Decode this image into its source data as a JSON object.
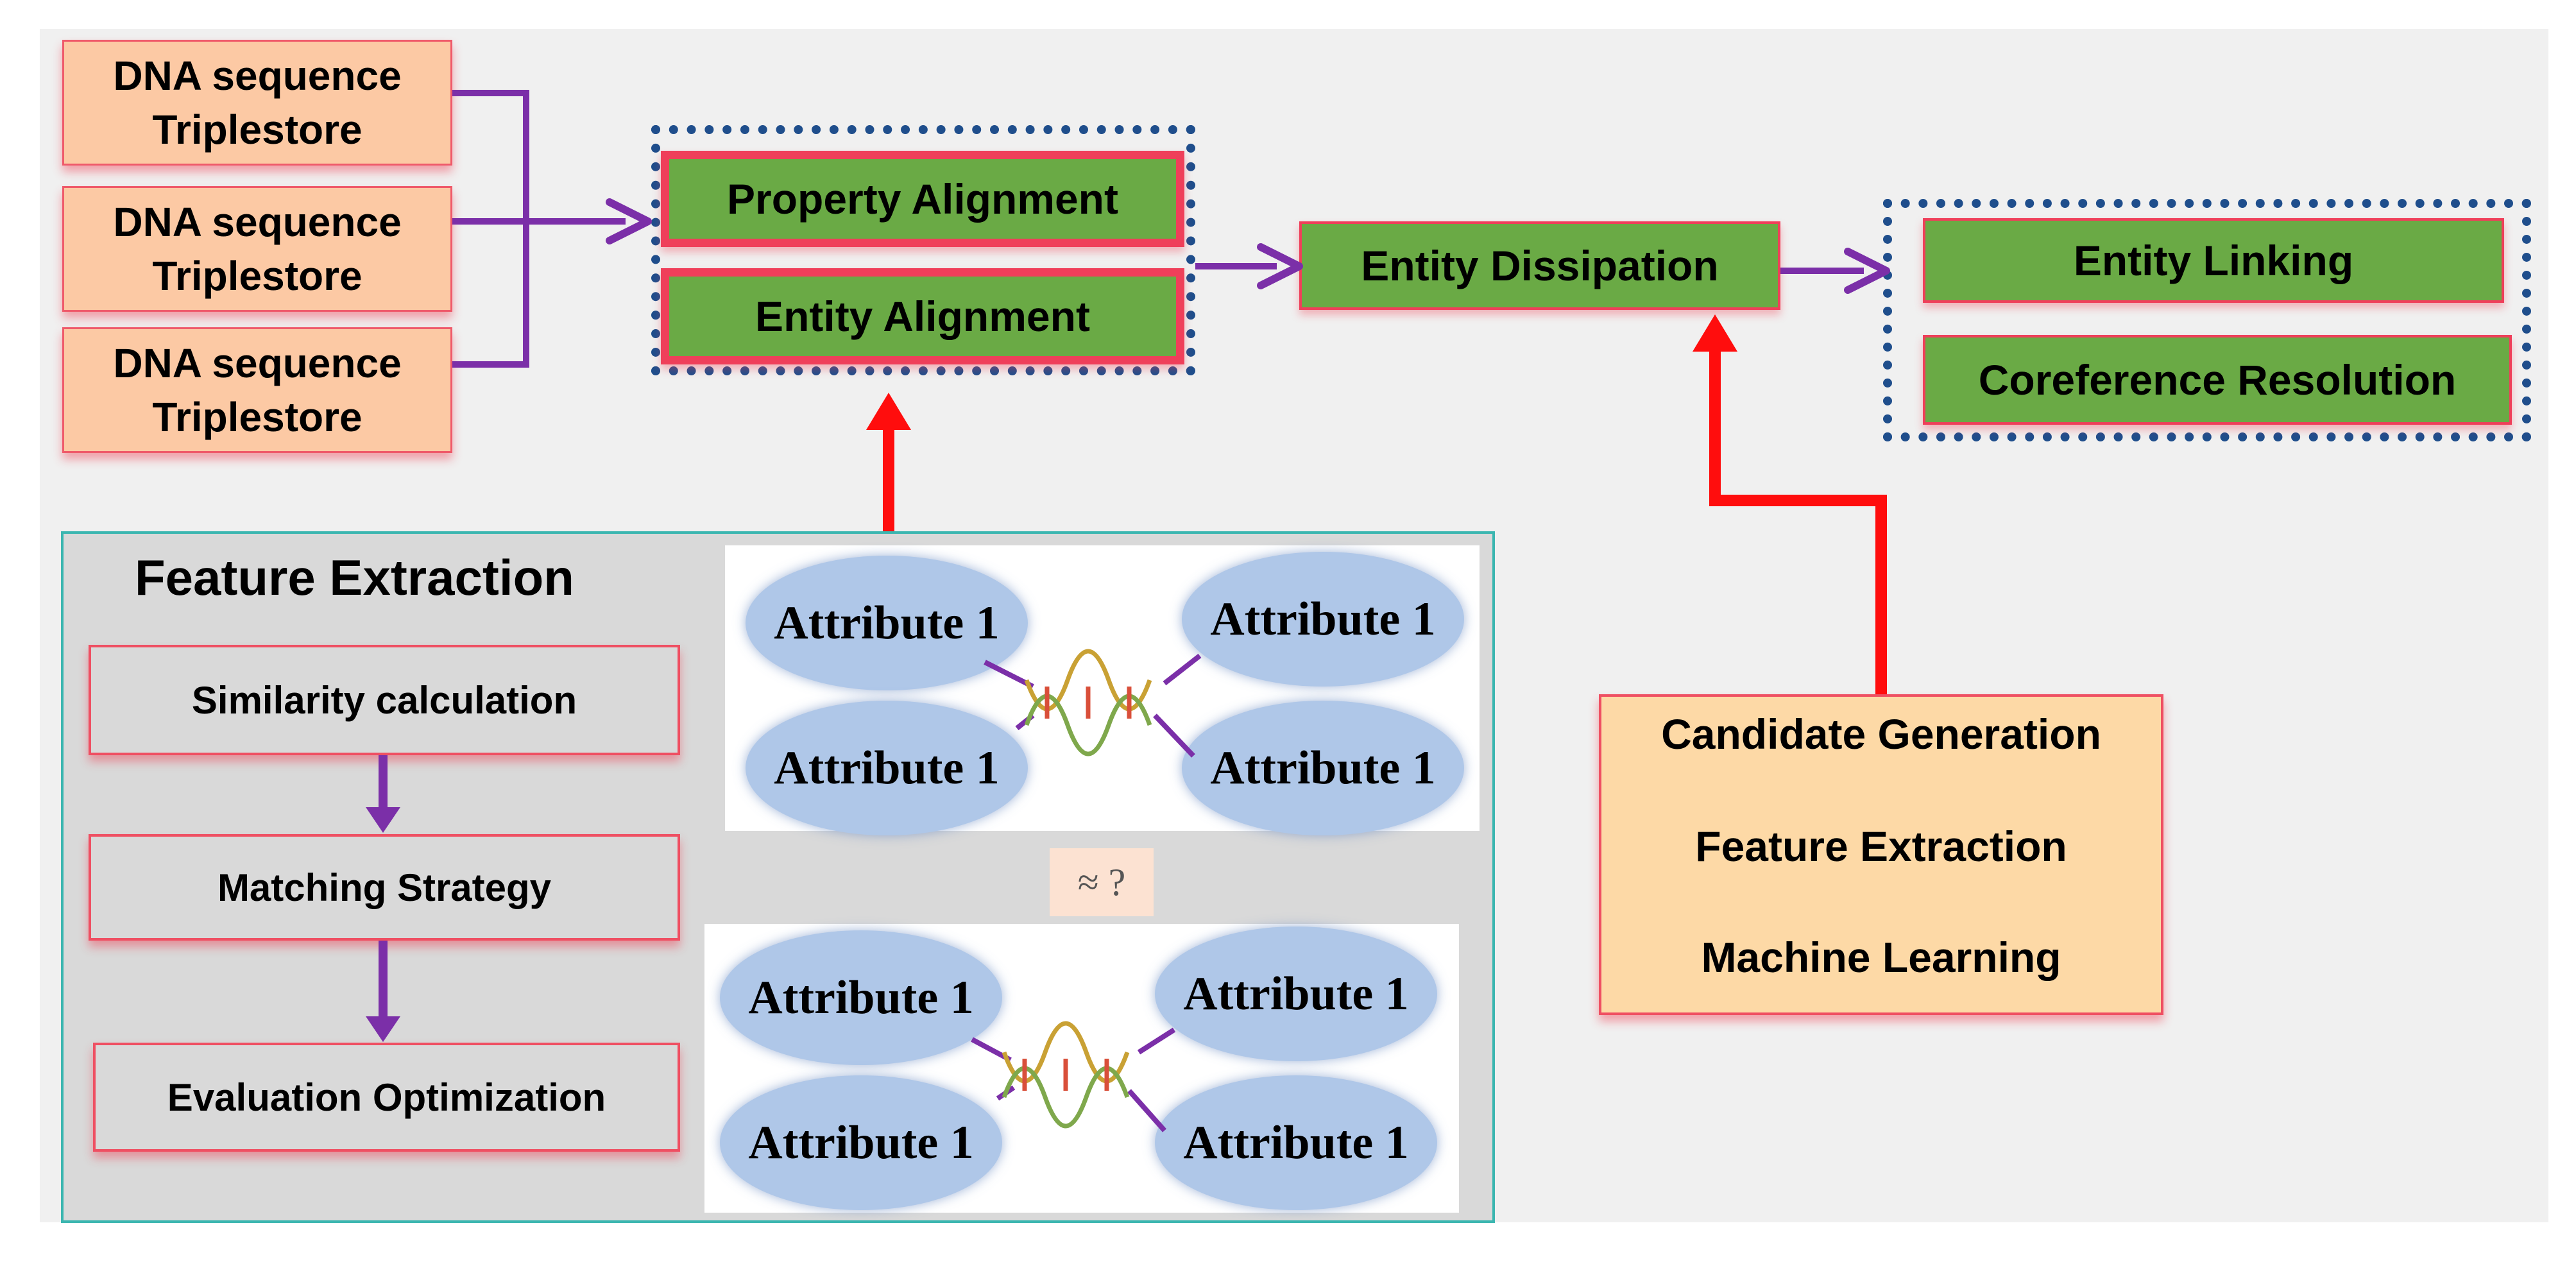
{
  "sources": [
    {
      "line1": "DNA sequence",
      "line2": "Triplestore"
    },
    {
      "line1": "DNA sequence",
      "line2": "Triplestore"
    },
    {
      "line1": "DNA sequence",
      "line2": "Triplestore"
    }
  ],
  "alignment": {
    "property": "Property Alignment",
    "entity": "Entity Alignment"
  },
  "dissipation": "Entity Dissipation",
  "outputs": {
    "linking": "Entity Linking",
    "coreference": "Coreference Resolution"
  },
  "feature_extraction": {
    "title": "Feature Extraction",
    "steps": [
      "Similarity calculation",
      "Matching Strategy",
      "Evaluation Optimization"
    ],
    "graph_top": [
      "Attribute 1",
      "Attribute 1",
      "Attribute 1",
      "Attribute 1"
    ],
    "graph_bottom": [
      "Attribute 1",
      "Attribute 1",
      "Attribute 1",
      "Attribute 1"
    ],
    "compare_label": "≈ ?"
  },
  "candidate": {
    "lines": [
      "Candidate Generation",
      "Feature Extraction",
      "Machine Learning"
    ]
  },
  "colors": {
    "purple_arrow": "#7b2fa8",
    "red_arrow": "#ff0d0d",
    "green_box": "#6aaa45",
    "source_box": "#fcc9a4",
    "dotted_group": "#1f4e8c",
    "panel_border": "#3bb6b0"
  }
}
